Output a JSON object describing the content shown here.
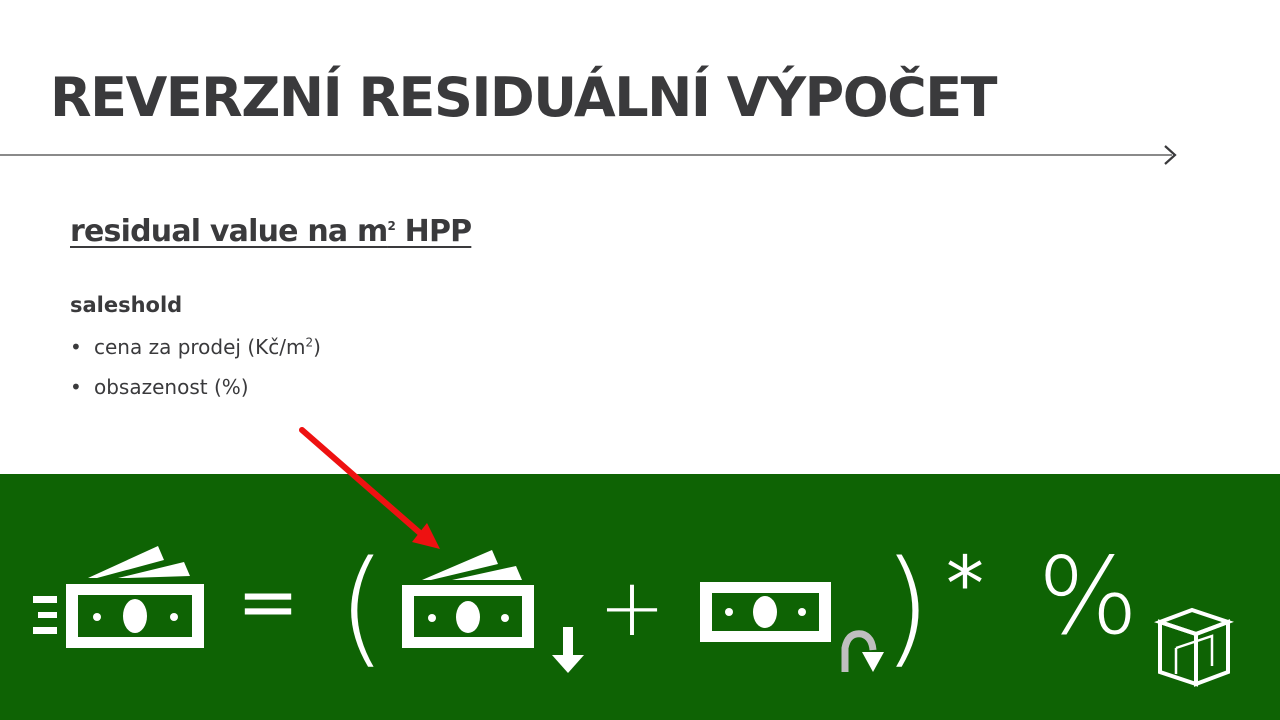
{
  "slide": {
    "title": "REVERZNÍ RESIDUÁLNÍ VÝPOČET",
    "subtitle": "residual value na m",
    "subtitle_sup": "2",
    "subtitle_tail": " HPP",
    "section_label": "saleshold",
    "bullets": [
      {
        "text": "cena za prodej (Kč/m",
        "sup": "2",
        "tail": ")"
      },
      {
        "text": "obsazenost (%)"
      }
    ]
  },
  "formula": {
    "equals": "=",
    "open_paren": "(",
    "plus": "+",
    "close_paren": ")",
    "times": "*",
    "percent": "%",
    "icons": [
      "money-fast-icon",
      "money-stack-icon",
      "down-arrow-icon",
      "banknote-icon",
      "rotate-arrow-icon",
      "building-cube-icon"
    ]
  },
  "colors": {
    "title": "#3a3a3c",
    "band": "#0e6304",
    "icons": "#ffffff",
    "annotation_arrow": "#ee1111",
    "rotate_arrow": "#bfbfbf"
  }
}
